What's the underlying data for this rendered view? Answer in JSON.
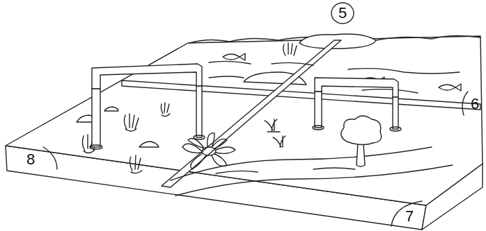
{
  "diagram": {
    "labels": [
      "5",
      "6",
      "7",
      "8"
    ]
  }
}
